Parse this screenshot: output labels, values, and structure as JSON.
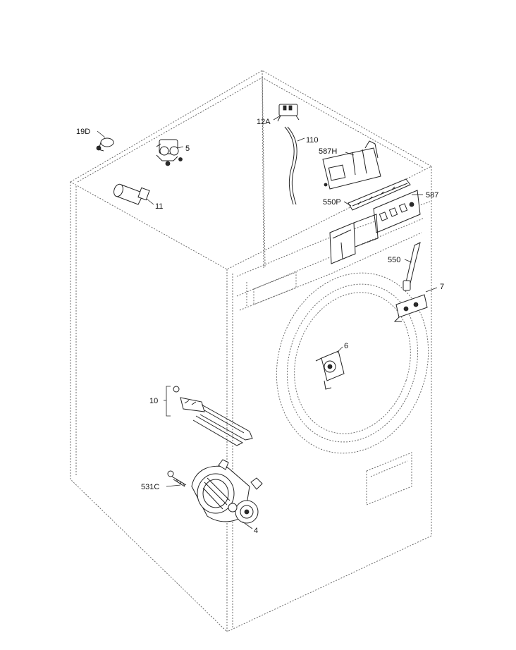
{
  "labels": {
    "l19d": "19D",
    "l5": "5",
    "l11": "11",
    "l12a": "12A",
    "l110": "110",
    "l587h": "587H",
    "l550p": "550P",
    "l587": "587",
    "l550": "550",
    "l7": "7",
    "l6": "6",
    "l10": "10",
    "l531c": "531C",
    "l4": "4"
  },
  "colors": {
    "line": "#222222",
    "dashed": "#6b6b6b",
    "background": "#ffffff"
  }
}
